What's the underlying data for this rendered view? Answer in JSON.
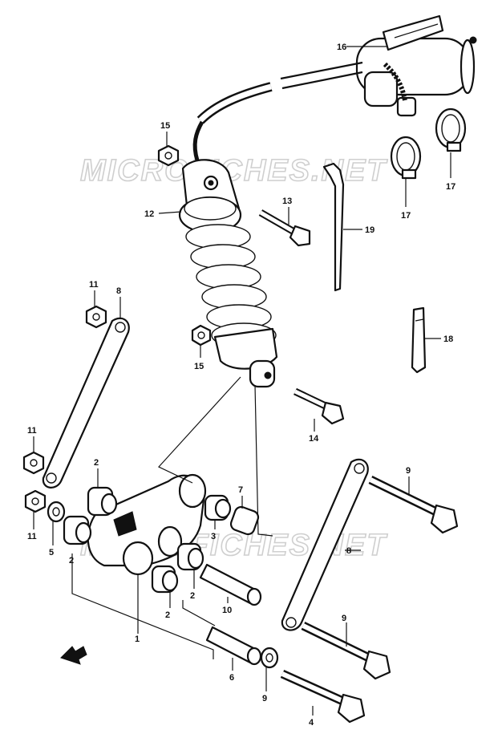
{
  "watermark": {
    "text": "MICROFICHES.NET"
  },
  "callouts": {
    "c16": "16",
    "c15a": "15",
    "c12": "12",
    "c13": "13",
    "c19": "19",
    "c17a": "17",
    "c17b": "17",
    "c11a": "11",
    "c8a": "8",
    "c15b": "15",
    "c18": "18",
    "c14": "14",
    "c11b": "11",
    "c2a": "2",
    "c7": "7",
    "c9a": "9",
    "c11c": "11",
    "c5": "5",
    "c2b": "2",
    "c3": "3",
    "c8b": "8",
    "c2c": "2",
    "c10": "10",
    "c2d": "2",
    "c1": "1",
    "c9b": "9",
    "c6": "6",
    "c9c": "9",
    "c4": "4"
  },
  "icons": {
    "front_arrow": "front-arrow-icon"
  }
}
